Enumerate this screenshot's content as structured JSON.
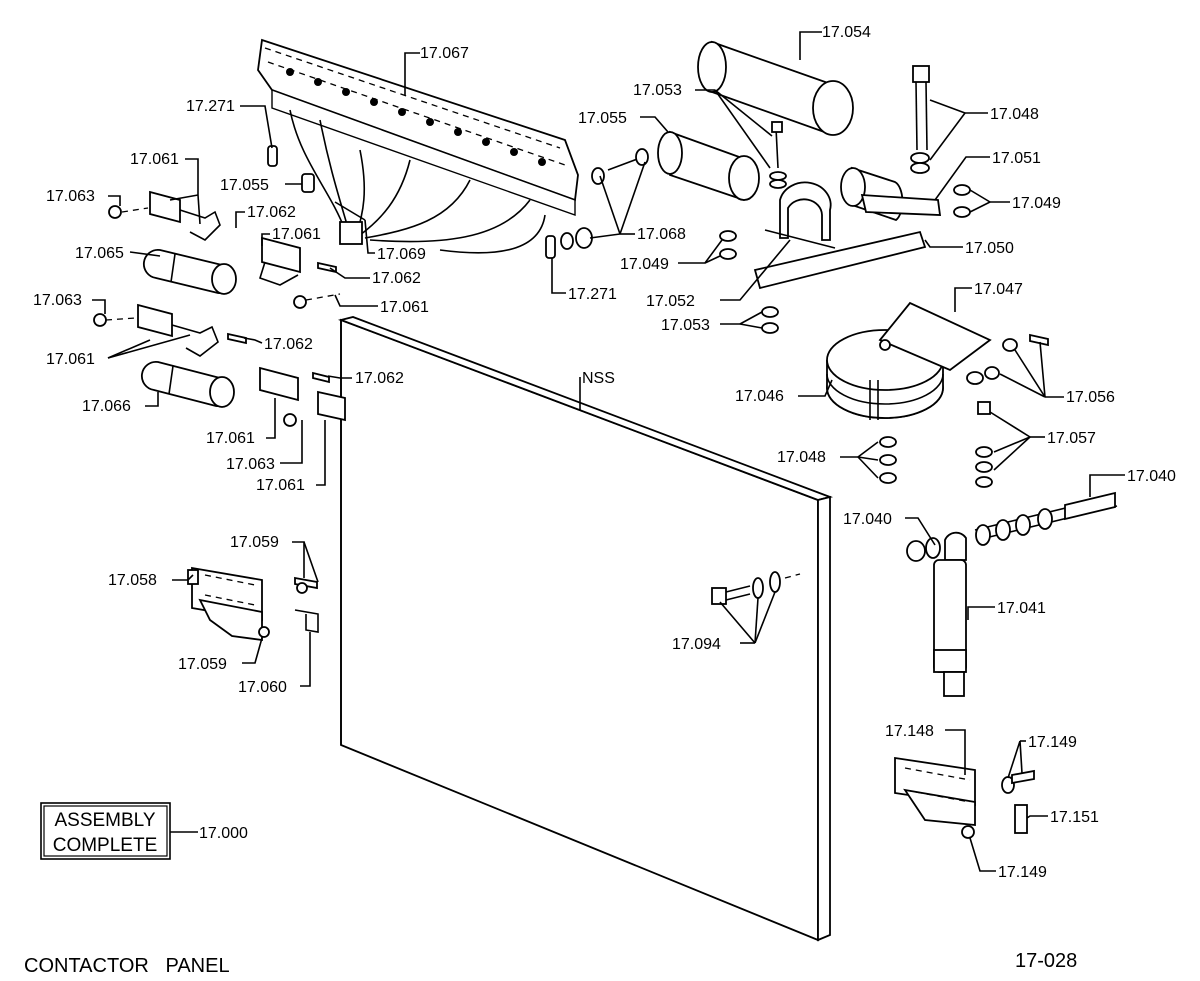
{
  "title": "CONTACTOR   PANEL",
  "drawing_number": "17-028",
  "assembly_box": {
    "line1": "ASSEMBLY",
    "line2": "COMPLETE",
    "ref": "17.000"
  },
  "labels": {
    "p17067": "17.067",
    "p17271a": "17.271",
    "p17061a": "17.061",
    "p17055a": "17.055",
    "p17063a": "17.063",
    "p17062a": "17.062",
    "p17061b": "17.061",
    "p17065": "17.065",
    "p17069": "17.069",
    "p17062b": "17.062",
    "p17061c": "17.061",
    "p17063b": "17.063",
    "p17062c": "17.062",
    "p17061d": "17.061",
    "p17062d": "17.062",
    "p17066": "17.066",
    "p17061e": "17.061",
    "p17063c": "17.063",
    "p17061f": "17.061",
    "p17271b": "17.271",
    "p17054": "17.054",
    "p17053a": "17.053",
    "p17055b": "17.055",
    "p17048a": "17.048",
    "p17051": "17.051",
    "p17049a": "17.049",
    "p17068": "17.068",
    "p17049b": "17.049",
    "p17050": "17.050",
    "p17052": "17.052",
    "p17053b": "17.053",
    "p17047": "17.047",
    "p17046": "17.046",
    "p17056": "17.056",
    "p17057": "17.057",
    "p17048b": "17.048",
    "p17040a": "17.040",
    "p17040b": "17.040",
    "p17041": "17.041",
    "pNSS": "NSS",
    "p17059a": "17.059",
    "p17058": "17.058",
    "p17059b": "17.059",
    "p17060": "17.060",
    "p17094": "17.094",
    "p17148": "17.148",
    "p17149a": "17.149",
    "p17151": "17.151",
    "p17149b": "17.149"
  }
}
